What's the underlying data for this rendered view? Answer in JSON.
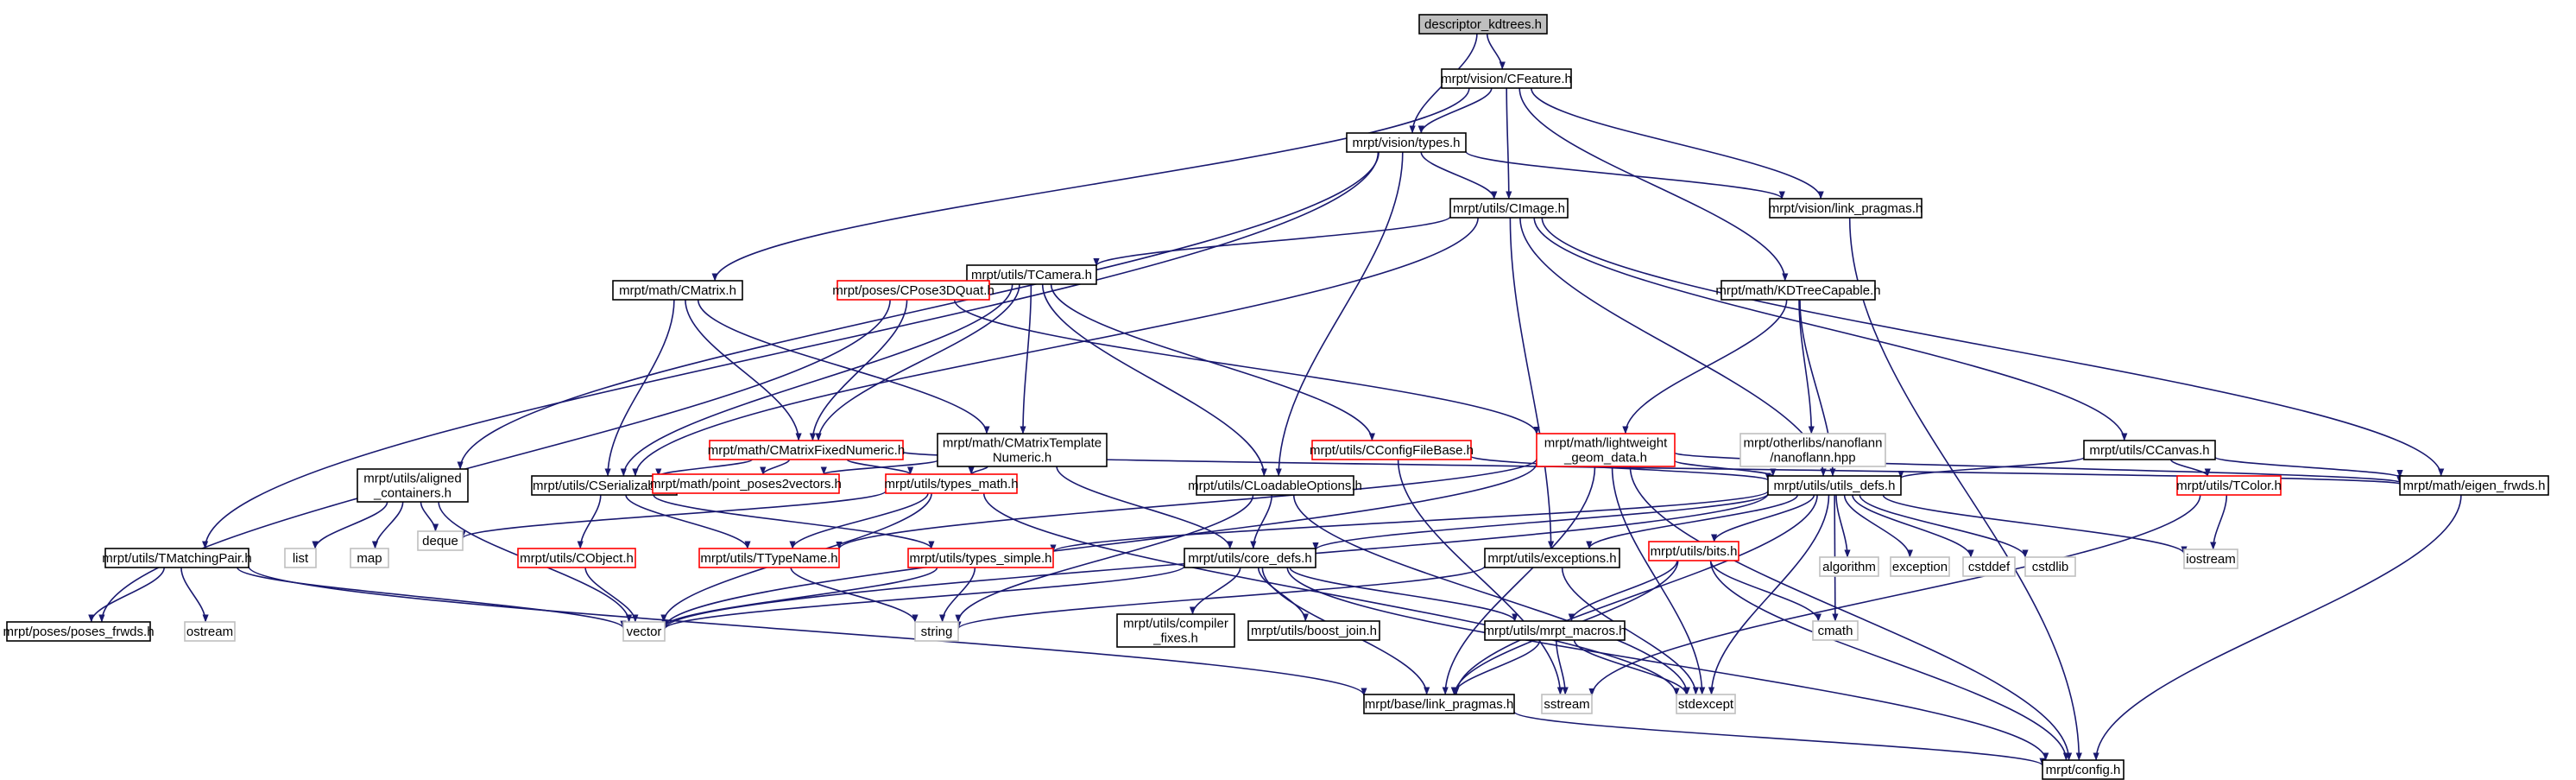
{
  "colors": {
    "edge": "#191970",
    "root_fill": "#bfbfbf",
    "normal_border": "#000000",
    "truncated_border": "#ff0000",
    "external_border": "#bfbfbf",
    "background": "#ffffff"
  },
  "nodes": [
    {
      "id": "root",
      "kind": "root",
      "lines": [
        "descriptor_kdtrees.h"
      ]
    },
    {
      "id": "cfeature",
      "kind": "normal",
      "lines": [
        "mrpt/vision/CFeature.h"
      ]
    },
    {
      "id": "vtypes",
      "kind": "normal",
      "lines": [
        "mrpt/vision/types.h"
      ]
    },
    {
      "id": "cimage",
      "kind": "normal",
      "lines": [
        "mrpt/utils/CImage.h"
      ]
    },
    {
      "id": "vlinkprag",
      "kind": "normal",
      "lines": [
        "mrpt/vision/link_pragmas.h"
      ]
    },
    {
      "id": "tcamera",
      "kind": "normal",
      "lines": [
        "mrpt/utils/TCamera.h"
      ]
    },
    {
      "id": "cmatrix",
      "kind": "normal",
      "lines": [
        "mrpt/math/CMatrix.h"
      ]
    },
    {
      "id": "cpose3dquat",
      "kind": "truncated",
      "lines": [
        "mrpt/poses/CPose3DQuat.h"
      ]
    },
    {
      "id": "kdtree",
      "kind": "normal",
      "lines": [
        "mrpt/math/KDTreeCapable.h"
      ]
    },
    {
      "id": "cmfixed",
      "kind": "truncated",
      "lines": [
        "mrpt/math/CMatrixFixedNumeric.h"
      ]
    },
    {
      "id": "cmtemplate",
      "kind": "normal",
      "lines": [
        "mrpt/math/CMatrixTemplate",
        "Numeric.h"
      ]
    },
    {
      "id": "cconfigfilebase",
      "kind": "truncated",
      "lines": [
        "mrpt/utils/CConfigFileBase.h"
      ]
    },
    {
      "id": "lightweight",
      "kind": "truncated",
      "lines": [
        "mrpt/math/lightweight",
        "_geom_data.h"
      ]
    },
    {
      "id": "nanoflann",
      "kind": "external",
      "lines": [
        "mrpt/otherlibs/nanoflann",
        "/nanoflann.hpp"
      ]
    },
    {
      "id": "ccanvas",
      "kind": "normal",
      "lines": [
        "mrpt/utils/CCanvas.h"
      ]
    },
    {
      "id": "aligned",
      "kind": "normal",
      "lines": [
        "mrpt/utils/aligned",
        "_containers.h"
      ]
    },
    {
      "id": "cserializable",
      "kind": "normal",
      "lines": [
        "mrpt/utils/CSerializable.h"
      ]
    },
    {
      "id": "pointposes",
      "kind": "truncated",
      "lines": [
        "mrpt/math/point_poses2vectors.h"
      ]
    },
    {
      "id": "typesmath",
      "kind": "truncated",
      "lines": [
        "mrpt/utils/types_math.h"
      ]
    },
    {
      "id": "cloadable",
      "kind": "normal",
      "lines": [
        "mrpt/utils/CLoadableOptions.h"
      ]
    },
    {
      "id": "utilsdefs",
      "kind": "normal",
      "lines": [
        "mrpt/utils/utils_defs.h"
      ]
    },
    {
      "id": "tcolor",
      "kind": "truncated",
      "lines": [
        "mrpt/utils/TColor.h"
      ]
    },
    {
      "id": "eigenfrwds",
      "kind": "normal",
      "lines": [
        "mrpt/math/eigen_frwds.h"
      ]
    },
    {
      "id": "tmatching",
      "kind": "normal",
      "lines": [
        "mrpt/utils/TMatchingPair.h"
      ]
    },
    {
      "id": "list",
      "kind": "external",
      "lines": [
        "list"
      ]
    },
    {
      "id": "map",
      "kind": "external",
      "lines": [
        "map"
      ]
    },
    {
      "id": "deque",
      "kind": "external",
      "lines": [
        "deque"
      ]
    },
    {
      "id": "cobject",
      "kind": "truncated",
      "lines": [
        "mrpt/utils/CObject.h"
      ]
    },
    {
      "id": "ttypename",
      "kind": "truncated",
      "lines": [
        "mrpt/utils/TTypeName.h"
      ]
    },
    {
      "id": "typessimple",
      "kind": "truncated",
      "lines": [
        "mrpt/utils/types_simple.h"
      ]
    },
    {
      "id": "coredefs",
      "kind": "normal",
      "lines": [
        "mrpt/utils/core_defs.h"
      ]
    },
    {
      "id": "exceptions",
      "kind": "normal",
      "lines": [
        "mrpt/utils/exceptions.h"
      ]
    },
    {
      "id": "bits",
      "kind": "truncated",
      "lines": [
        "mrpt/utils/bits.h"
      ]
    },
    {
      "id": "algorithm",
      "kind": "external",
      "lines": [
        "algorithm"
      ]
    },
    {
      "id": "exception",
      "kind": "external",
      "lines": [
        "exception"
      ]
    },
    {
      "id": "cstddef",
      "kind": "external",
      "lines": [
        "cstddef"
      ]
    },
    {
      "id": "cstdlib",
      "kind": "external",
      "lines": [
        "cstdlib"
      ]
    },
    {
      "id": "iostream",
      "kind": "external",
      "lines": [
        "iostream"
      ]
    },
    {
      "id": "posesfrwds",
      "kind": "normal",
      "lines": [
        "mrpt/poses/poses_frwds.h"
      ]
    },
    {
      "id": "ostream",
      "kind": "external",
      "lines": [
        "ostream"
      ]
    },
    {
      "id": "vector",
      "kind": "external",
      "lines": [
        "vector"
      ]
    },
    {
      "id": "string",
      "kind": "external",
      "lines": [
        "string"
      ]
    },
    {
      "id": "compilerfixes",
      "kind": "normal",
      "lines": [
        "mrpt/utils/compiler",
        "_fixes.h"
      ]
    },
    {
      "id": "boostjoin",
      "kind": "normal",
      "lines": [
        "mrpt/utils/boost_join.h"
      ]
    },
    {
      "id": "mrptmacros",
      "kind": "normal",
      "lines": [
        "mrpt/utils/mrpt_macros.h"
      ]
    },
    {
      "id": "cmath",
      "kind": "external",
      "lines": [
        "cmath"
      ]
    },
    {
      "id": "baselinkprag",
      "kind": "normal",
      "lines": [
        "mrpt/base/link_pragmas.h"
      ]
    },
    {
      "id": "sstream",
      "kind": "external",
      "lines": [
        "sstream"
      ]
    },
    {
      "id": "stdexcept",
      "kind": "external",
      "lines": [
        "stdexcept"
      ]
    },
    {
      "id": "config",
      "kind": "normal",
      "lines": [
        "mrpt/config.h"
      ]
    }
  ],
  "edges": [
    [
      "root",
      "cfeature"
    ],
    [
      "root",
      "vtypes"
    ],
    [
      "cfeature",
      "vtypes"
    ],
    [
      "cfeature",
      "cimage"
    ],
    [
      "cfeature",
      "vlinkprag"
    ],
    [
      "cfeature",
      "cmatrix"
    ],
    [
      "cfeature",
      "kdtree"
    ],
    [
      "vtypes",
      "cimage"
    ],
    [
      "vtypes",
      "vlinkprag"
    ],
    [
      "vtypes",
      "cloadable"
    ],
    [
      "vtypes",
      "aligned"
    ],
    [
      "vtypes",
      "tmatching"
    ],
    [
      "vlinkprag",
      "config"
    ],
    [
      "cimage",
      "tcamera"
    ],
    [
      "cimage",
      "cserializable"
    ],
    [
      "cimage",
      "ccanvas"
    ],
    [
      "cimage",
      "exceptions"
    ],
    [
      "cimage",
      "utilsdefs"
    ],
    [
      "cimage",
      "eigenfrwds"
    ],
    [
      "tcamera",
      "cpose3dquat"
    ],
    [
      "tcamera",
      "cmfixed"
    ],
    [
      "tcamera",
      "cmtemplate"
    ],
    [
      "tcamera",
      "cconfigfilebase"
    ],
    [
      "tcamera",
      "cloadable"
    ],
    [
      "tcamera",
      "cserializable"
    ],
    [
      "cmatrix",
      "cmfixed"
    ],
    [
      "cmatrix",
      "cmtemplate"
    ],
    [
      "cmatrix",
      "cserializable"
    ],
    [
      "cpose3dquat",
      "cmfixed"
    ],
    [
      "cpose3dquat",
      "lightweight"
    ],
    [
      "cpose3dquat",
      "posesfrwds"
    ],
    [
      "kdtree",
      "lightweight"
    ],
    [
      "kdtree",
      "nanoflann"
    ],
    [
      "kdtree",
      "utilsdefs"
    ],
    [
      "cmfixed",
      "pointposes"
    ],
    [
      "cmfixed",
      "typesmath"
    ],
    [
      "cmfixed",
      "cserializable"
    ],
    [
      "cmfixed",
      "eigenfrwds"
    ],
    [
      "cmtemplate",
      "coredefs"
    ],
    [
      "cmtemplate",
      "pointposes"
    ],
    [
      "cmtemplate",
      "typesmath"
    ],
    [
      "cconfigfilebase",
      "utilsdefs"
    ],
    [
      "cconfigfilebase",
      "sstream"
    ],
    [
      "lightweight",
      "utilsdefs"
    ],
    [
      "lightweight",
      "eigenfrwds"
    ],
    [
      "lightweight",
      "ttypename"
    ],
    [
      "lightweight",
      "vector"
    ],
    [
      "lightweight",
      "stdexcept"
    ],
    [
      "lightweight",
      "config"
    ],
    [
      "lightweight",
      "baselinkprag"
    ],
    [
      "ccanvas",
      "utilsdefs"
    ],
    [
      "ccanvas",
      "tcolor"
    ],
    [
      "ccanvas",
      "eigenfrwds"
    ],
    [
      "aligned",
      "list"
    ],
    [
      "aligned",
      "map"
    ],
    [
      "aligned",
      "deque"
    ],
    [
      "aligned",
      "vector"
    ],
    [
      "cserializable",
      "cobject"
    ],
    [
      "cserializable",
      "ttypename"
    ],
    [
      "cserializable",
      "typessimple"
    ],
    [
      "typesmath",
      "ttypename"
    ],
    [
      "typesmath",
      "vector"
    ],
    [
      "typesmath",
      "deque"
    ],
    [
      "typesmath",
      "stdexcept"
    ],
    [
      "cloadable",
      "coredefs"
    ],
    [
      "cloadable",
      "string"
    ],
    [
      "cloadable",
      "stdexcept"
    ],
    [
      "utilsdefs",
      "coredefs"
    ],
    [
      "utilsdefs",
      "exceptions"
    ],
    [
      "utilsdefs",
      "bits"
    ],
    [
      "utilsdefs",
      "algorithm"
    ],
    [
      "utilsdefs",
      "exception"
    ],
    [
      "utilsdefs",
      "cstddef"
    ],
    [
      "utilsdefs",
      "cstdlib"
    ],
    [
      "utilsdefs",
      "iostream"
    ],
    [
      "utilsdefs",
      "typessimple"
    ],
    [
      "utilsdefs",
      "cmath"
    ],
    [
      "utilsdefs",
      "stdexcept"
    ],
    [
      "utilsdefs",
      "baselinkprag"
    ],
    [
      "utilsdefs",
      "vector"
    ],
    [
      "tcolor",
      "iostream"
    ],
    [
      "tcolor",
      "sstream"
    ],
    [
      "eigenfrwds",
      "config"
    ],
    [
      "tmatching",
      "posesfrwds"
    ],
    [
      "tmatching",
      "ostream"
    ],
    [
      "tmatching",
      "vector"
    ],
    [
      "tmatching",
      "baselinkprag"
    ],
    [
      "cobject",
      "vector"
    ],
    [
      "ttypename",
      "string"
    ],
    [
      "typessimple",
      "string"
    ],
    [
      "typessimple",
      "vector"
    ],
    [
      "coredefs",
      "compilerfixes"
    ],
    [
      "coredefs",
      "boostjoin"
    ],
    [
      "coredefs",
      "mrptmacros"
    ],
    [
      "coredefs",
      "baselinkprag"
    ],
    [
      "coredefs",
      "config"
    ],
    [
      "coredefs",
      "vector"
    ],
    [
      "exceptions",
      "string"
    ],
    [
      "exceptions",
      "stdexcept"
    ],
    [
      "bits",
      "mrptmacros"
    ],
    [
      "bits",
      "cmath"
    ],
    [
      "bits",
      "baselinkprag"
    ],
    [
      "bits",
      "config"
    ],
    [
      "mrptmacros",
      "baselinkprag"
    ],
    [
      "mrptmacros",
      "sstream"
    ],
    [
      "mrptmacros",
      "stdexcept"
    ],
    [
      "baselinkprag",
      "config"
    ]
  ]
}
